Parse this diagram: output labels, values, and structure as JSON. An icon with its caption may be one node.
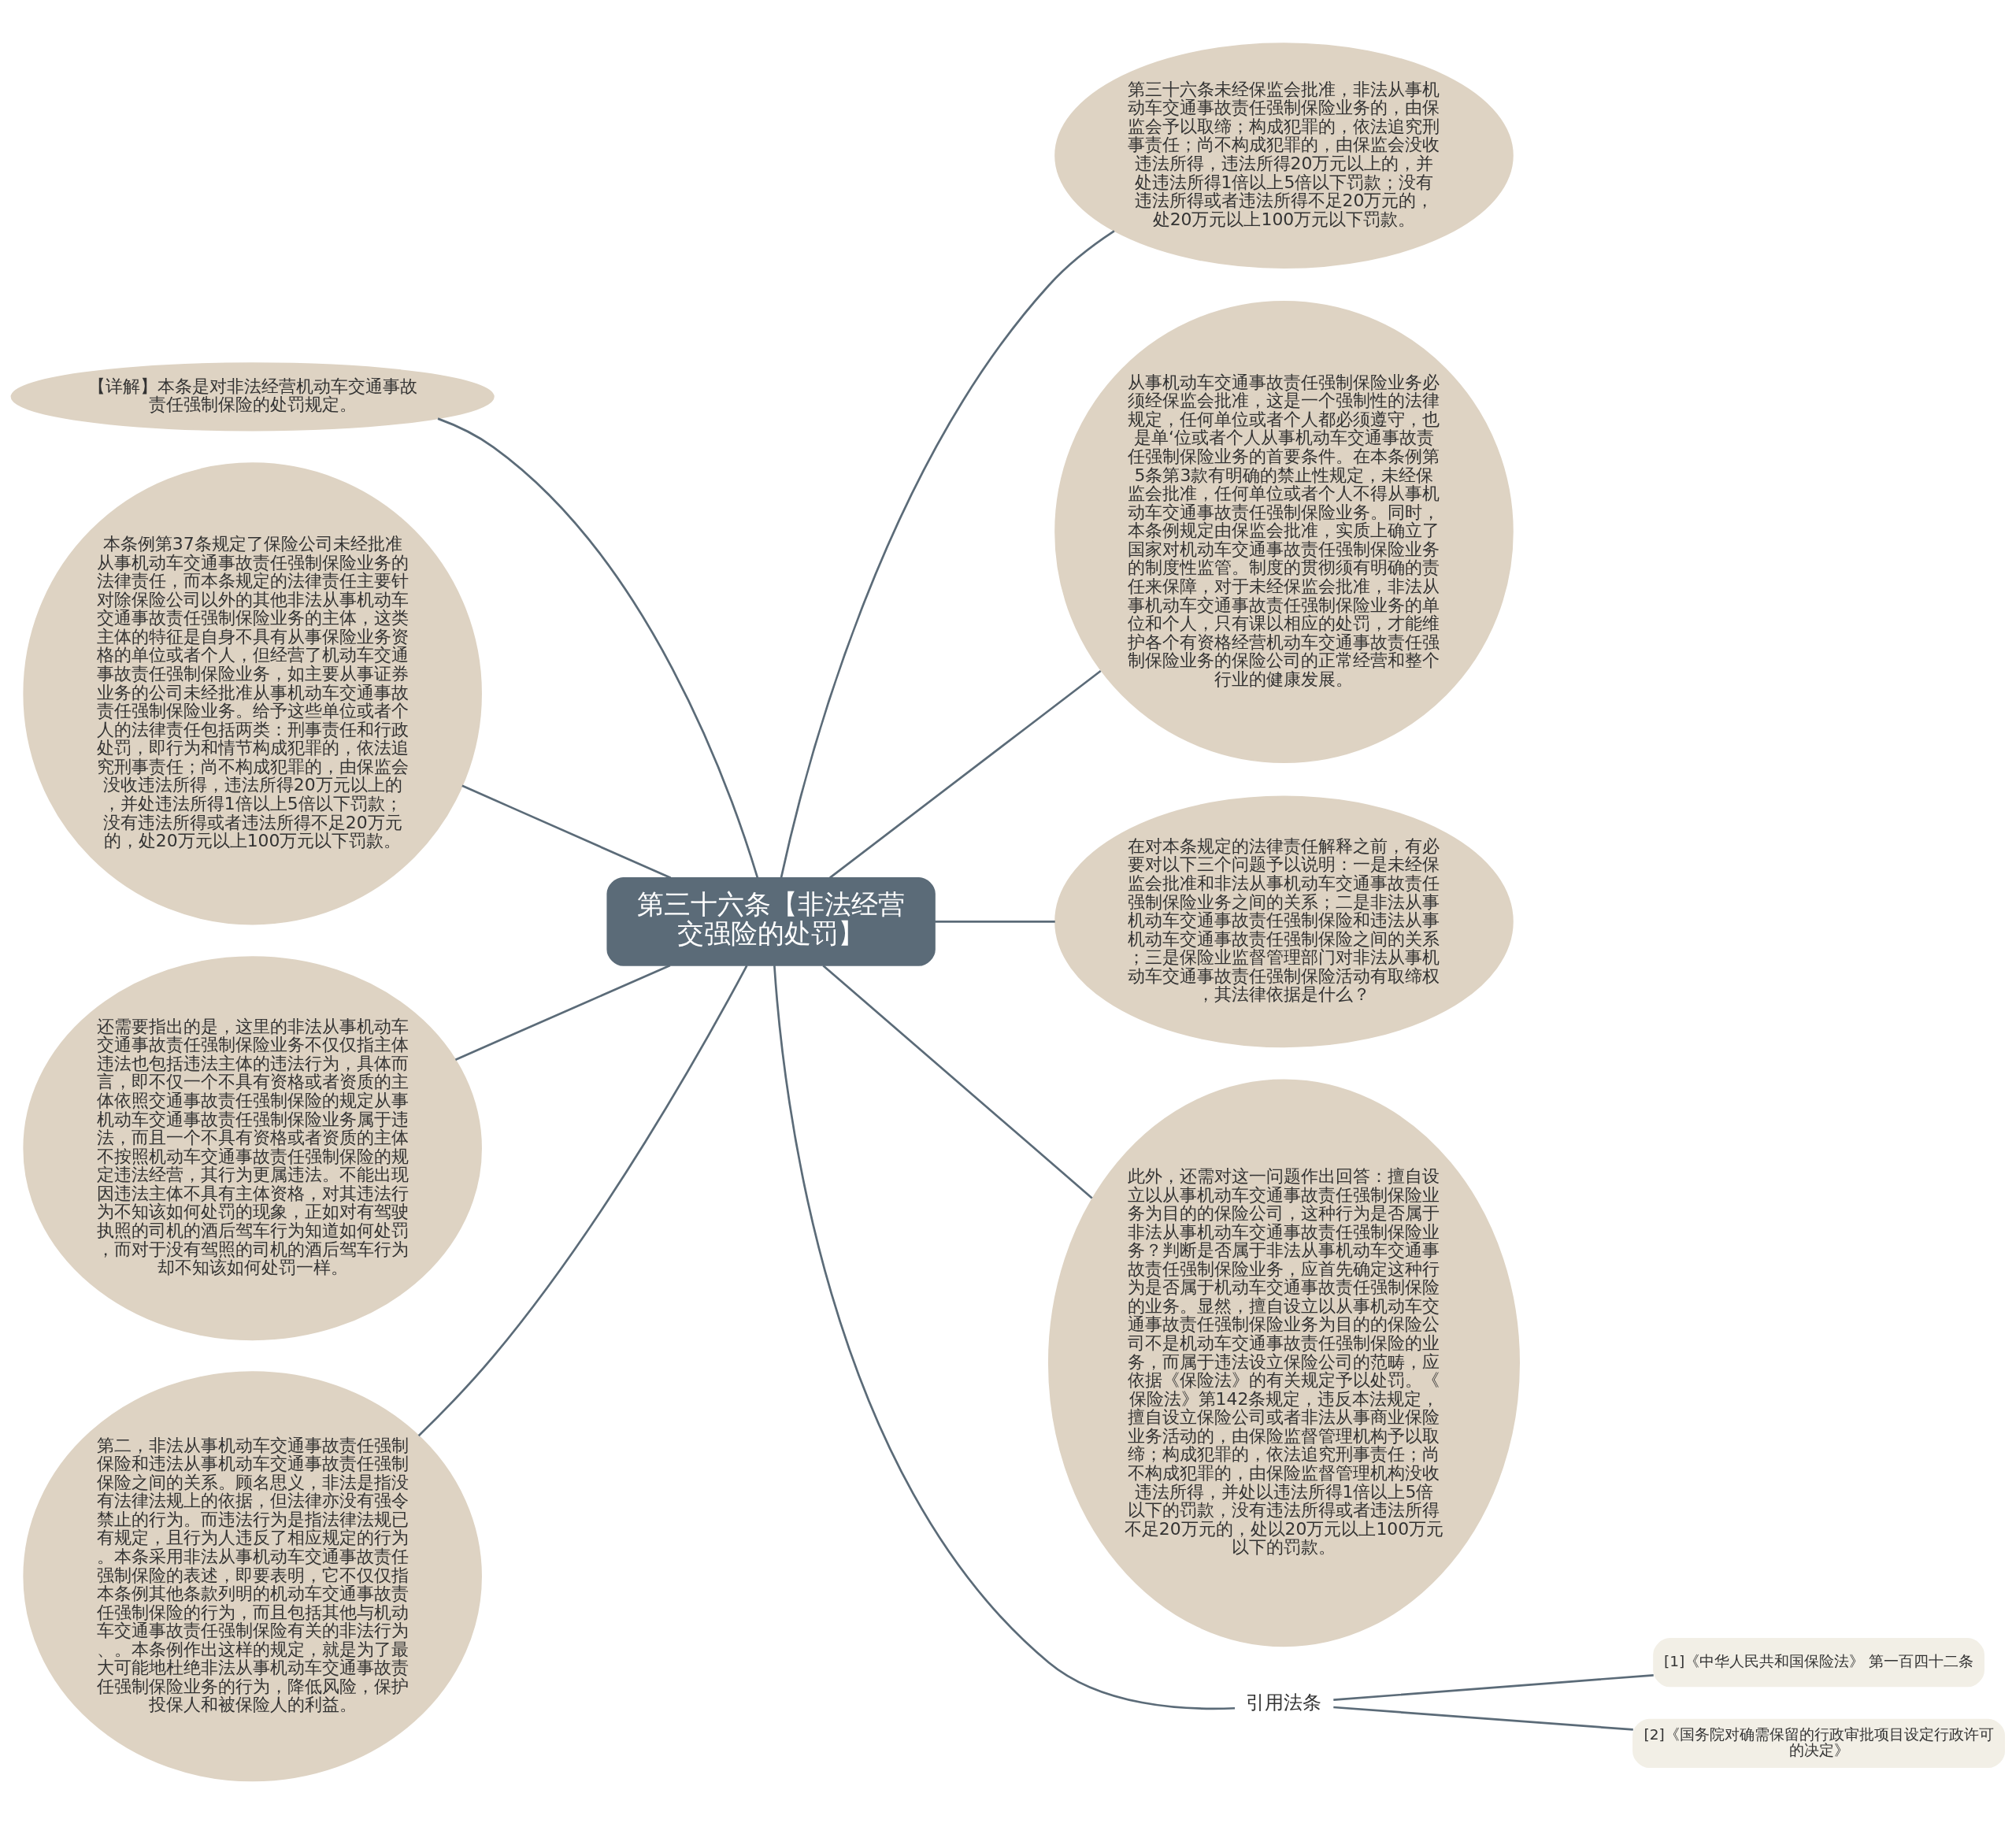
{
  "diagram": {
    "nodes": [
      {
        "text": [
          "第三十六条【非法经营交强险的处罚】"
        ]
      },
      {
        "text": [
          "第三十六条未经保监会批准，非法从事机动车交通事故责任强制保险业务的，由保监会予以取缔；构成犯罪的，依法追究刑事责任；尚不构成犯罪的，由保监会没收违法所得，违法所得20万元以上的，并处违法所得1倍以上5倍以下罚款；没有违法所得或者违法所得不足20万元的，处20万元以上100万元以下罚款。"
        ]
      },
      {
        "text": [
          "从事机动车交通事故责任强制保险业务必须经保监会批准，这是一个强制性的法律规定，任何单位或者个人都必须遵守，也是单‘位或者个人从事机动车交通事故责任强制保险业务的首要条件。在本条例第5条第3款有明确的禁止性规定，未经保监会批准，任何单位或者个人不得从事机动车交通事故责任强制保险业务。同时，本条例规定由保监会批准，实质上确立了国家对机动车交通事故责任强制保险业务的制度性监管。制度的贯彻须有明确的责任来保障，对于未经保监会批准，非法从事机动车交通事故责任强制保险业务的单位和个人，只有课以相应的处罚，才能维护各个有资格经营机动车交通事故责任强制保险业务的保险公司的正常经营和整个行业的健康发展。"
        ]
      },
      {
        "text": [
          "在对本条规定的法律责任解释之前，有必要对以下三个问题予以说明：一是未经保监会批准和非法从事机动车交通事故责任强制保险业务之间的关系；二是非法从事机动车交通事故责任强制保险和违法从事机动车交通事故责任强制保险之间的关系；三是保险业监督管理部门对非法从事机动车交通事故责任强制保险活动有取缔权，其法律依据是什么？"
        ]
      },
      {
        "text": [
          "此外，还需对这一问题作出回答：擅自设立以从事机动车交通事故责任强制保险业务为目的的保险公司，这种行为是否属于非法从事机动车交通事故责任强制保险业务？判断是否属于非法从事机动车交通事故责任强制保险业务，应首先确定这种行为是否属于机动车交通事故责任强制保险的业务。显然，擅自设立以从事机动车交通事故责任强制保险业务为目的的保险公司不是机动车交通事故责任强制保险的业务，而属于违法设立保险公司的范畴，应依据《保险法》的有关规定予以处罚。《保险法》第142条规定，违反本法规定，擅自设立保险公司或者非法从事商业保险业务活动的，由保险监督管理机构予以取缔；构成犯罪的，依法追究刑事责任；尚不构成犯罪的，由保险监督管理机构没收违法所得，并处以违法所得1倍以上5倍以下的罚款，没有违法所得或者违法所得不足20万元的，处以20万元以上100万元以下的罚款。"
        ]
      },
      {
        "text": [
          "引用法条"
        ]
      },
      {
        "text": [
          "[1]《中华人民共和国保险法》 第一百四十二条"
        ]
      },
      {
        "text": [
          "[2]《国务院对确需保留的行政审批项目设定行政许可的决定》"
        ]
      },
      {
        "text": [
          "【详解】本条是对非法经营机动车交通事故责任强制保险的处罚规定。"
        ]
      },
      {
        "text": [
          "本条例第37条规定了保险公司未经批准从事机动车交通事故责任强制保险业务的法律责任，而本条规定的法律责任主要针对除保险公司以外的其他非法从事机动车交通事故责任强制保险业务的主体，这类主体的特征是自身不具有从事保险业务资格的单位或者个人，但经营了机动车交通事故责任强制保险业务，如主要从事证券业务的公司未经批准从事机动车交通事故责任强制保险业务。给予这些单位或者个人的法律责任包括两类：刑事责任和行政处罚，即行为和情节构成犯罪的，依法追究刑事责任；尚不构成犯罪的，由保监会没收违法所得，违法所得20万元以上的，并处违法所得1倍以上5倍以下罚款；没有违法所得或者违法所得不足20万元的，处20万元以上100万元以下罚款。"
        ]
      },
      {
        "text": [
          "还需要指出的是，这里的非法从事机动车交通事故责任强制保险业务不仅仅指主体违法也包括违法主体的违法行为，具体而言，即不仅一个不具有资格或者资质的主体依照交通事故责任强制保险的规定从事机动车交通事故责任强制保险业务属于违法，而且一个不具有资格或者资质的主体不按照机动车交通事故责任强制保险的规定违法经营，其行为更属违法。不能出现因违法主体不具有主体资格，对其违法行为不知该如何处罚的现象，正如对有驾驶执照的司机的酒后驾车行为知道如何处罚，而对于没有驾照的司机的酒后驾车行为却不知该如何处罚一样。"
        ]
      },
      {
        "text": [
          "第二，非法从事机动车交通事故责任强制保险和违法从事机动车交通事故责任强制保险之间的关系。顾名思义，非法是指没有法律法规上的依据，但法律亦没有强令禁止的行为。而违法行为是指法律法规已有规定，且行为人违反了相应规定的行为。本条采用非法从事机动车交通事故责任强制保险的表述，即要表明，它不仅仅指本条例其他条款列明的机动车交通事故责任强制保险的行为，而且包括其他与机动车交通事故责任强制保险有关的非法行为、。本条例作出这样的规定，就是为了最大可能地杜绝非法从事机动车交通事故责任强制保险业务的行为，降低风险，保护投保人和被保险人的利益。"
        ]
      }
    ],
    "edges": [
      {
        "from": 0,
        "to": 1,
        "arrow": "none"
      },
      {
        "from": 0,
        "to": 2,
        "arrow": "none"
      },
      {
        "from": 0,
        "to": 3,
        "arrow": "none"
      },
      {
        "from": 0,
        "to": 4,
        "arrow": "none"
      },
      {
        "from": 0,
        "to": 5,
        "arrow": "none"
      },
      {
        "from": 5,
        "to": 6,
        "arrow": "none"
      },
      {
        "from": 5,
        "to": 7,
        "arrow": "none"
      },
      {
        "from": 0,
        "to": 8,
        "arrow": "none"
      },
      {
        "from": 0,
        "to": 9,
        "arrow": "none"
      },
      {
        "from": 0,
        "to": 10,
        "arrow": "none"
      },
      {
        "from": 0,
        "to": 11,
        "arrow": "none"
      }
    ]
  }
}
